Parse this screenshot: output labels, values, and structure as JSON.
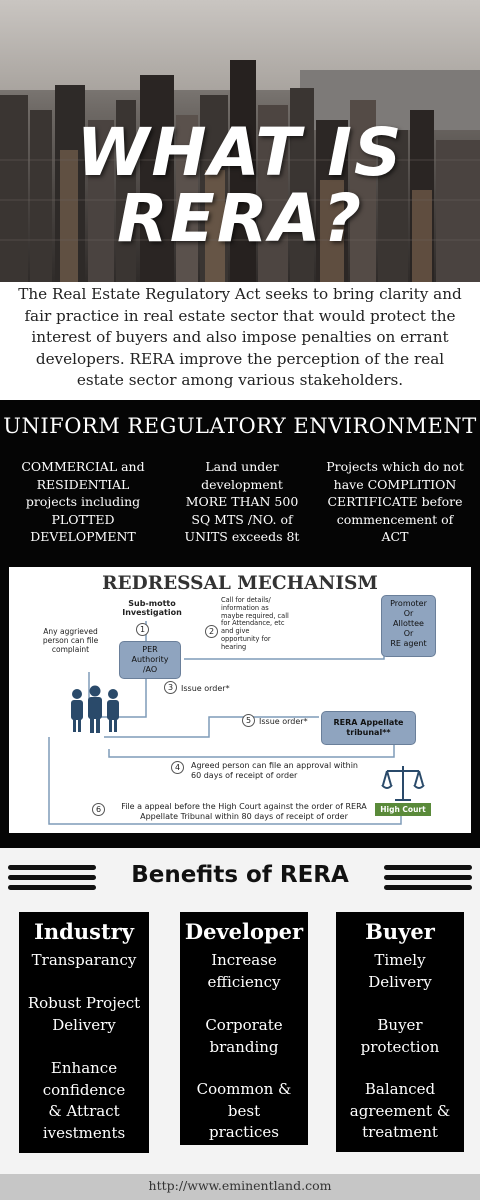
{
  "hero": {
    "title_line1": "WHAT IS",
    "title_line2": "RERA?"
  },
  "intro": {
    "text": "The Real Estate Regulatory Act seeks to bring clarity and fair practice in real estate sector that would protect the interest of buyers and also impose penalties on errant developers. RERA improve the perception of the real estate sector among various stakeholders."
  },
  "uniform": {
    "title": "UNIFORM REGULATORY  ENVIRONMENT",
    "columns": [
      [
        "COMMERCIAL and",
        "RESIDENTIAL",
        "projects including",
        "PLOTTED",
        "DEVELOPMENT"
      ],
      [
        "Land under",
        "development",
        "MORE THAN 500",
        "SQ MTS /NO. of",
        "UNITS exceeds 8t"
      ],
      [
        "Projects which do not",
        "have COMPLITION",
        "CERTIFICATE before",
        "commencement of",
        "ACT"
      ]
    ]
  },
  "redressal": {
    "title": "REDRESSAL MECHANISM",
    "sub_motto": [
      "Sub-motto",
      "Investigation"
    ],
    "aggrieved": [
      "Any aggrieved",
      "person can file",
      "complaint"
    ],
    "call_details": [
      "Call for details/",
      "information as",
      "maybe required, call",
      "for Attendance, etc",
      "and give",
      "opportunity for",
      "hearing"
    ],
    "per_authority": [
      "PER",
      "Authority",
      "/AO"
    ],
    "promoter": [
      "Promoter",
      "Or",
      "Allottee",
      "Or",
      "RE agent"
    ],
    "issue_order_3": "Issue order*",
    "issue_order_5": "Issue order*",
    "appellate": [
      "RERA Appellate",
      "tribunal**"
    ],
    "step4": [
      "Agreed person can file an approval  within",
      "60 days of receipt of order"
    ],
    "step6": [
      "File a appeal before the High Court against the order  of RERA",
      "Appellate Tribunal within 80 days of receipt of order"
    ],
    "high_court": "High Court",
    "nums": [
      "1",
      "2",
      "3",
      "4",
      "5",
      "6"
    ]
  },
  "benefits": {
    "title": "Benefits of RERA",
    "columns": [
      {
        "heading": "Industry",
        "items": [
          [
            "Transparancy"
          ],
          [
            "Robust Project",
            "Delivery"
          ],
          [
            "Enhance",
            "confidence",
            "& Attract",
            "ivestments"
          ]
        ]
      },
      {
        "heading": "Developer",
        "items": [
          [
            "Increase",
            "efficiency"
          ],
          [
            "Corporate",
            "branding"
          ],
          [
            "Coommon &",
            "best",
            "practices"
          ]
        ]
      },
      {
        "heading": "Buyer",
        "items": [
          [
            "Timely",
            "Delivery"
          ],
          [
            "Buyer",
            "protection"
          ],
          [
            "Balanced",
            "agreement &",
            "treatment"
          ]
        ]
      }
    ]
  },
  "footer": {
    "url": "http://www.eminentland.com"
  }
}
